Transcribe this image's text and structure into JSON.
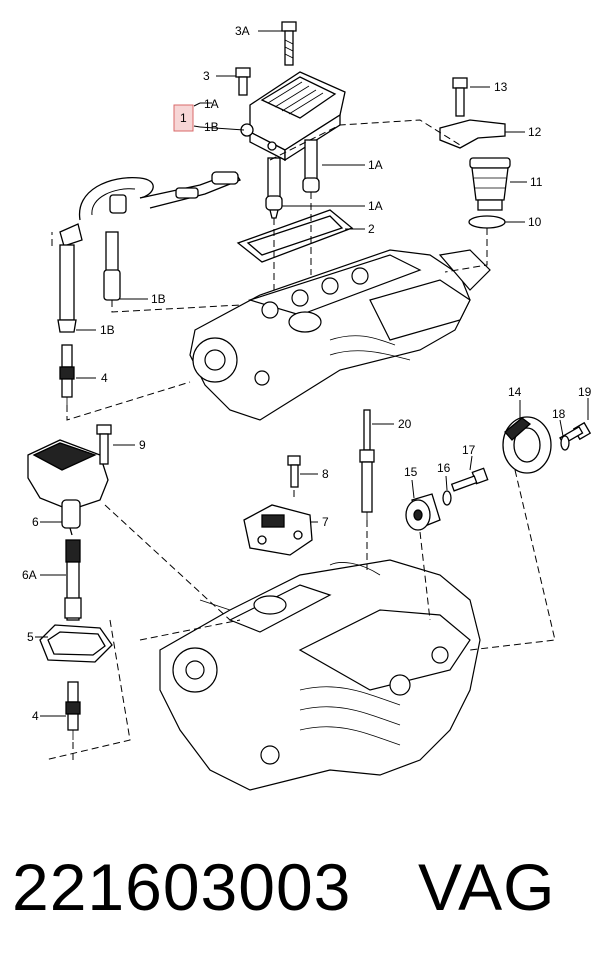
{
  "labels": {
    "l3A": "3A",
    "l3": "3",
    "l1": "1",
    "l1A_top": "1A",
    "l1B_top": "1B",
    "l1A_r1": "1A",
    "l1A_r2": "1A",
    "l2": "2",
    "l1B_mid": "1B",
    "l1B_low": "1B",
    "l4_top": "4",
    "l13": "13",
    "l12": "12",
    "l11": "11",
    "l10": "10",
    "l9": "9",
    "l6": "6",
    "l6A": "6A",
    "l5": "5",
    "l4_bot": "4",
    "l8": "8",
    "l7": "7",
    "l20": "20",
    "l14": "14",
    "l19": "19",
    "l18": "18",
    "l17": "17",
    "l16": "16",
    "l15": "15"
  },
  "footer": {
    "part_number": "221603003",
    "brand": "VAG"
  },
  "colors": {
    "highlight_fill": "#f7d6d6",
    "highlight_stroke": "#d96a6a",
    "line": "#000000"
  }
}
